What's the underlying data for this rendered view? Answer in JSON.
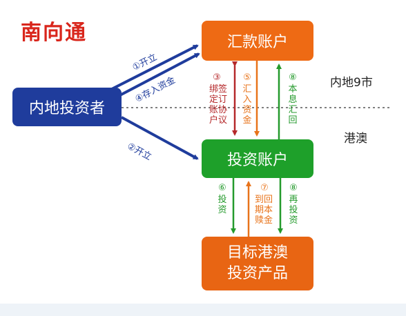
{
  "title": "南向通",
  "nodes": {
    "investor": "内地投资者",
    "remit_account": "汇款账户",
    "invest_account": "投资账户",
    "product_line1": "目标港澳",
    "product_line2": "投资产品"
  },
  "regions": {
    "mainland": "内地9市",
    "hkmo": "港澳"
  },
  "edges": {
    "open1": "①开立",
    "deposit": "④存入资金",
    "open2": "②开立",
    "bind_num": "③",
    "bind_text": "绑签定订账协户议",
    "remit_in_num": "⑤",
    "remit_in_text": "汇入资金",
    "principal_num": "⑧",
    "principal_text": "本息汇回",
    "invest_num": "⑥",
    "invest_text": "投资",
    "maturity_num": "⑦",
    "maturity_text": "到回期本赎金",
    "reinvest_num": "⑧",
    "reinvest_text": "再投资"
  },
  "colors": {
    "title": "#d9261c",
    "investor": "#1f3c9c",
    "remit": "#ee6a14",
    "invest": "#1ea02a",
    "product": "#e86513",
    "red": "#b5282a"
  }
}
